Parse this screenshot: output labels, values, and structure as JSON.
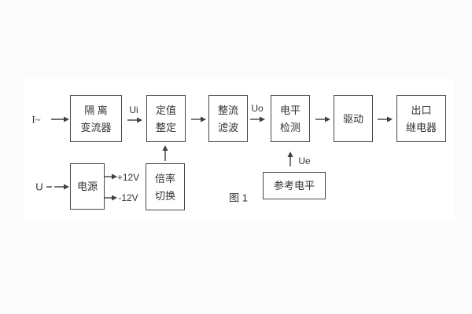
{
  "figure": {
    "caption": "图 1"
  },
  "colors": {
    "page_bg": "#fcfcfc",
    "panel_bg": "#ffffff",
    "line": "#3f3f3f",
    "text": "#333333"
  },
  "blocks": {
    "isolation": {
      "line1": "隔 离",
      "line2": "变流器"
    },
    "setting": {
      "line1": "定值",
      "line2": "整定"
    },
    "rectifier": {
      "line1": "整流",
      "line2": "滤波"
    },
    "level_detect": {
      "line1": "电平",
      "line2": "检测"
    },
    "drive": {
      "line1": "驱动"
    },
    "output_relay": {
      "line1": "出口",
      "line2": "继电器"
    },
    "power": {
      "line1": "电源"
    },
    "ratio_switch": {
      "line1": "倍率",
      "line2": "切换"
    },
    "reference_level": {
      "line1": "参考电平"
    }
  },
  "signals": {
    "input_current": "I~",
    "input_voltage": "U",
    "ui": "Ui",
    "uo": "Uo",
    "ue": "Ue",
    "rail_pos": "+12V",
    "rail_neg": "-12V"
  }
}
